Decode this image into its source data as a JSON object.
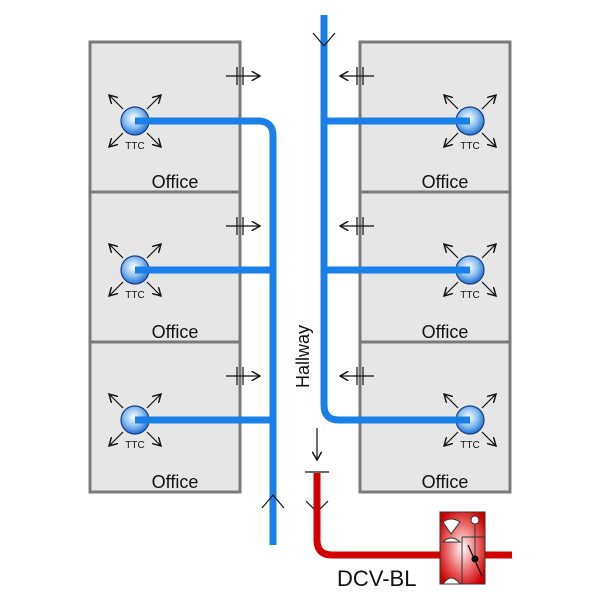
{
  "diagram": {
    "rooms": [
      {
        "id": "left-1",
        "label": "Office",
        "device": "TTC"
      },
      {
        "id": "left-2",
        "label": "Office",
        "device": "TTC"
      },
      {
        "id": "left-3",
        "label": "Office",
        "device": "TTC"
      },
      {
        "id": "right-1",
        "label": "Office",
        "device": "TTC"
      },
      {
        "id": "right-2",
        "label": "Office",
        "device": "TTC"
      },
      {
        "id": "right-3",
        "label": "Office",
        "device": "TTC"
      }
    ],
    "hallway_label": "Hallway",
    "damper_label": "DCV-BL",
    "colors": {
      "supply_duct": "#1a7fe6",
      "main_duct": "#d40000",
      "room_fill": "#e6e6e6",
      "room_border": "#7a7a7a"
    }
  }
}
